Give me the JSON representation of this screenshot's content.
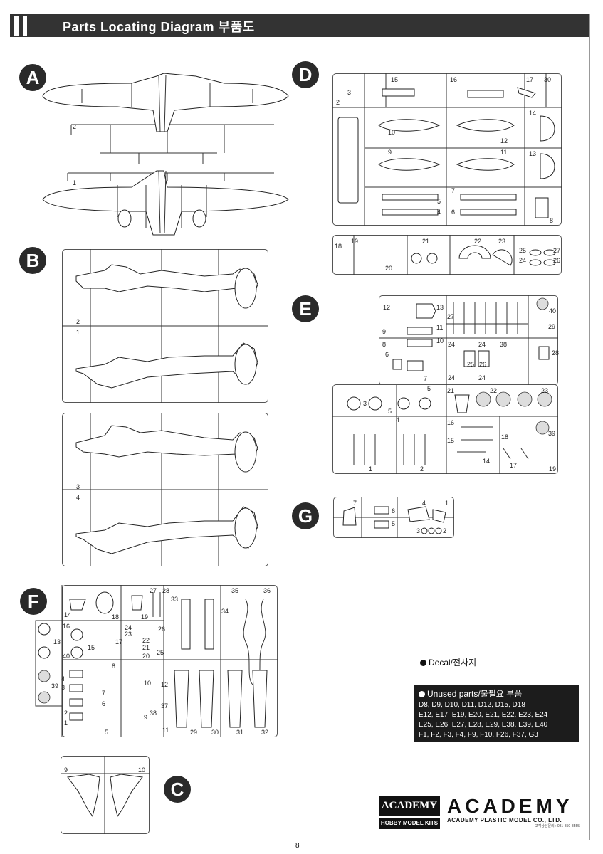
{
  "header": {
    "title": "Parts Locating Diagram 부품도"
  },
  "sections": {
    "A": "A",
    "B": "B",
    "C": "C",
    "D": "D",
    "E": "E",
    "F": "F",
    "G": "G"
  },
  "sprue_a": {
    "n1": "1",
    "n2": "2"
  },
  "sprue_b": {
    "n1": "1",
    "n2": "2",
    "n3": "3",
    "n4": "4"
  },
  "sprue_c": {
    "n9": "9",
    "n10": "10"
  },
  "sprue_d": {
    "n2": "2",
    "n3": "3",
    "n15": "15",
    "n16": "16",
    "n17": "17",
    "n30": "30",
    "n14": "14",
    "n12": "12",
    "n10": "10",
    "n9": "9",
    "n11": "11",
    "n13": "13",
    "n7": "7",
    "n5": "5",
    "n4": "4",
    "n6": "6",
    "n8": "8",
    "n18": "18",
    "n19": "19",
    "n20": "20",
    "n21": "21",
    "n22": "22",
    "n23": "23",
    "n25": "25",
    "n27": "27",
    "n24": "24",
    "n26": "26"
  },
  "sprue_e": {
    "n12": "12",
    "n13": "13",
    "n27": "27",
    "n40": "40",
    "n11": "11",
    "n9": "9",
    "n8": "8",
    "n10": "10",
    "n29": "29",
    "n6": "6",
    "n24": "24",
    "n38": "38",
    "n28": "28",
    "n25": "25",
    "n26": "26",
    "n7": "7",
    "n5": "5",
    "n3": "3",
    "n4": "4",
    "n21": "21",
    "n22": "22",
    "n23": "23",
    "n16": "16",
    "n18": "18",
    "n39": "39",
    "n15": "15",
    "n14": "14",
    "n17": "17",
    "n19": "19",
    "n1": "1",
    "n2": "2"
  },
  "sprue_f": {
    "n14": "14",
    "n18": "18",
    "n27": "27",
    "n28": "28",
    "n19": "19",
    "n33": "33",
    "n34": "34",
    "n35": "35",
    "n36": "36",
    "n16": "16",
    "n24": "24",
    "n23": "23",
    "n26": "26",
    "n13": "13",
    "n40": "40",
    "n15": "15",
    "n17": "17",
    "n22": "22",
    "n21": "21",
    "n20": "20",
    "n25": "25",
    "n8": "8",
    "n4": "4",
    "n3": "3",
    "n10": "10",
    "n12": "12",
    "n39": "39",
    "n7": "7",
    "n6": "6",
    "n2": "2",
    "n1": "1",
    "n38": "38",
    "n37": "37",
    "n9": "9",
    "n5": "5",
    "n11": "11",
    "n29": "29",
    "n30": "30",
    "n31": "31",
    "n32": "32"
  },
  "sprue_g": {
    "n7": "7",
    "n6": "6",
    "n5": "5",
    "n4": "4",
    "n1": "1",
    "n3": "3",
    "n2": "2"
  },
  "decal": {
    "label": "Decal/전사지"
  },
  "unused": {
    "title": "Unused parts/불필요 부품",
    "lines": [
      "D8, D9, D10, D11, D12, D15, D18",
      "E12, E17, E19, E20, E21, E22, E23, E24",
      "E25, E26, E27, E28, E29, E38, E39, E40",
      "F1, F2, F3, F4, F9, F10, F26, F37, G3"
    ]
  },
  "logo": {
    "box_top": "ACADEMY",
    "box_bottom": "HOBBY MODEL KITS",
    "brand": "ACADEMY",
    "company": "ACADEMY PLASTIC MODEL CO., LTD.",
    "cs": "고객상담문의 : 031-850-8555"
  },
  "page_number": "8"
}
